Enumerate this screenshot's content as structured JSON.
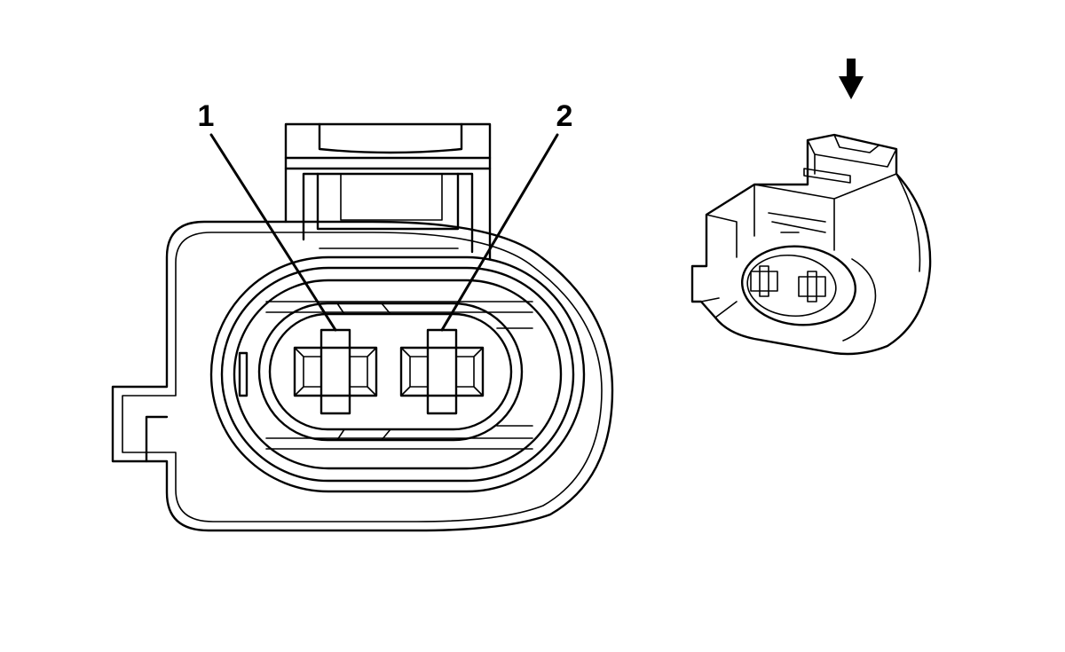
{
  "diagram": {
    "callouts": [
      {
        "id": "pin-1",
        "label": "1"
      },
      {
        "id": "pin-2",
        "label": "2"
      }
    ],
    "icons": {
      "view_arrow": "down-arrow-icon",
      "connector_front": "connector-face-view",
      "connector_iso": "connector-isometric-view"
    },
    "colors": {
      "line": "#000000",
      "background": "#ffffff"
    }
  }
}
